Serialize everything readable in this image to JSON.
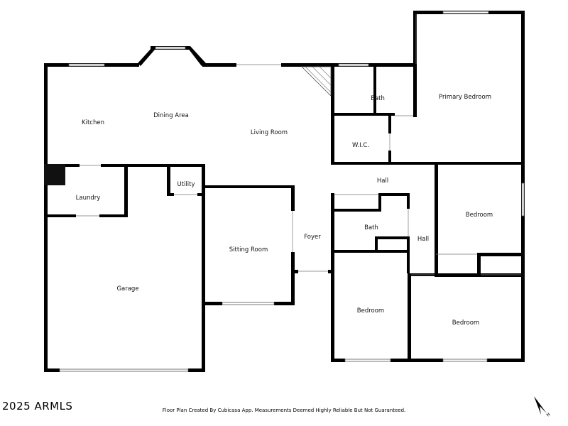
{
  "rooms": {
    "kitchen": "Kitchen",
    "dining": "Dining Area",
    "living": "Living Room",
    "bath_top": "Bath",
    "primary_bedroom": "Primary Bedroom",
    "wic": "W.I.C.",
    "hall_top": "Hall",
    "utility": "Utility",
    "laundry": "Laundry",
    "sitting": "Sitting Room",
    "foyer": "Foyer",
    "bath_mid": "Bath",
    "hall_mid": "Hall",
    "bedroom_right": "Bedroom",
    "garage": "Garage",
    "bedroom_mid": "Bedroom",
    "bedroom_bottom": "Bedroom"
  },
  "footer": {
    "copyright": "2025 ARMLS",
    "disclaimer": "Floor Plan Created By Cubicasa App. Measurements Deemed Highly Reliable But Not Guaranteed.",
    "north_icon": "north-arrow-icon"
  }
}
